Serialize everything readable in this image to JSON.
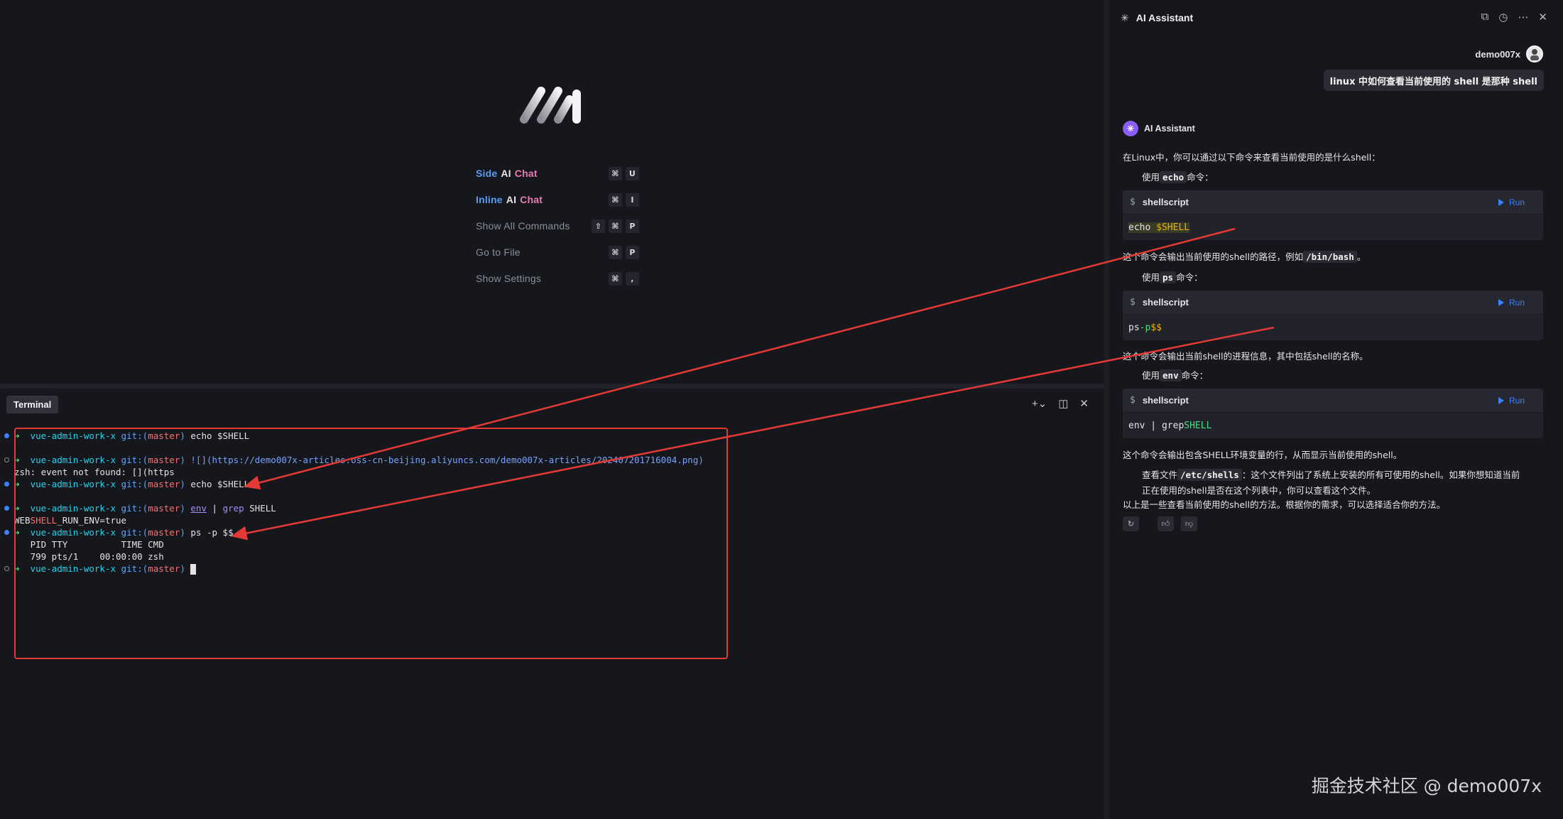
{
  "welcome": {
    "shortcuts": [
      {
        "label_parts": [
          "Side",
          "AI",
          "Chat"
        ],
        "keys": [
          "⌘",
          "U"
        ]
      },
      {
        "label_parts": [
          "Inline",
          "AI",
          "Chat"
        ],
        "keys": [
          "⌘",
          "I"
        ]
      },
      {
        "label": "Show All Commands",
        "keys": [
          "⇧",
          "⌘",
          "P"
        ]
      },
      {
        "label": "Go to File",
        "keys": [
          "⌘",
          "P"
        ]
      },
      {
        "label": "Show Settings",
        "keys": [
          "⌘",
          ","
        ]
      }
    ]
  },
  "terminal": {
    "tab_label": "Terminal",
    "prompt": {
      "arrow": "➜",
      "dir": "vue-admin-work-x",
      "git": "git:(",
      "branch": "master",
      "git_close": ")"
    },
    "lines": [
      {
        "cmd": "echo $SHELL"
      },
      {
        "cmd": "![](https://demo007x-articles.oss-cn-beijing.aliyuncs.com/demo007x-articles/20240720171600​4.png)"
      },
      {
        "output": "zsh: event not found: [](https"
      },
      {
        "cmd": "echo $SHELL"
      },
      {
        "cmd_env": "env",
        "cmd_pipe": " | ",
        "cmd_grep": "grep",
        "cmd_rest": " SHELL"
      },
      {
        "output_a": "WEB",
        "output_hl": "SHELL",
        "output_b": "_RUN_ENV=true"
      },
      {
        "cmd": "ps -p $$"
      },
      {
        "output": "   PID TTY          TIME CMD"
      },
      {
        "output": "   799 pts/1    00:00:00 zsh"
      }
    ]
  },
  "assistant": {
    "title": "AI Assistant",
    "username": "demo007x",
    "user_message": "linux 中如何查看当前使用的 shell 是那种 shell",
    "bot_name": "AI Assistant",
    "intro": "在Linux中，你可以通过以下命令来查看当前使用的是什么shell：",
    "step1_prefix": "使用",
    "step1_code": "echo",
    "step1_suffix": "命令：",
    "block_lang": "shellscript",
    "run_label": "Run",
    "block1_cmd": "echo ",
    "block1_var": "$SHELL",
    "desc1_prefix": "这个命令会输出当前使用的shell的路径，例如",
    "desc1_code": "/bin/bash",
    "desc1_suffix": "。",
    "step2_prefix": "使用",
    "step2_code": "ps",
    "step2_suffix": "命令：",
    "block2_cmd": "ps ",
    "block2_flag": "-p",
    "block2_var": " $$",
    "desc2": "这个命令会输出当前shell的进程信息，其中包括shell的名称。",
    "step3_prefix": "使用",
    "step3_code": "env",
    "step3_suffix": "命令：",
    "block3_cmd": "env | grep ",
    "block3_var": "SHELL",
    "desc3": "这个命令会输出包含SHELL环境变量的行，从而显示当前使用的shell。",
    "step4_prefix": "查看文件",
    "step4_code": "/etc/shells",
    "step4_suffix": "：这个文件列出了系统上安装的所有可使用的shell。如果你想知道当前",
    "step4_line2": "正在使用的shell是否在这个列表中，你可以查看这个文件。",
    "conclusion": "以上是一些查看当前使用的shell的方法。根据你的需求，可以选择适合你的方法。"
  },
  "watermark": "掘金技术社区 @ demo007x",
  "colors": {
    "accent": "#3b82f6",
    "annotation": "#e53935",
    "background": "#16171c"
  }
}
